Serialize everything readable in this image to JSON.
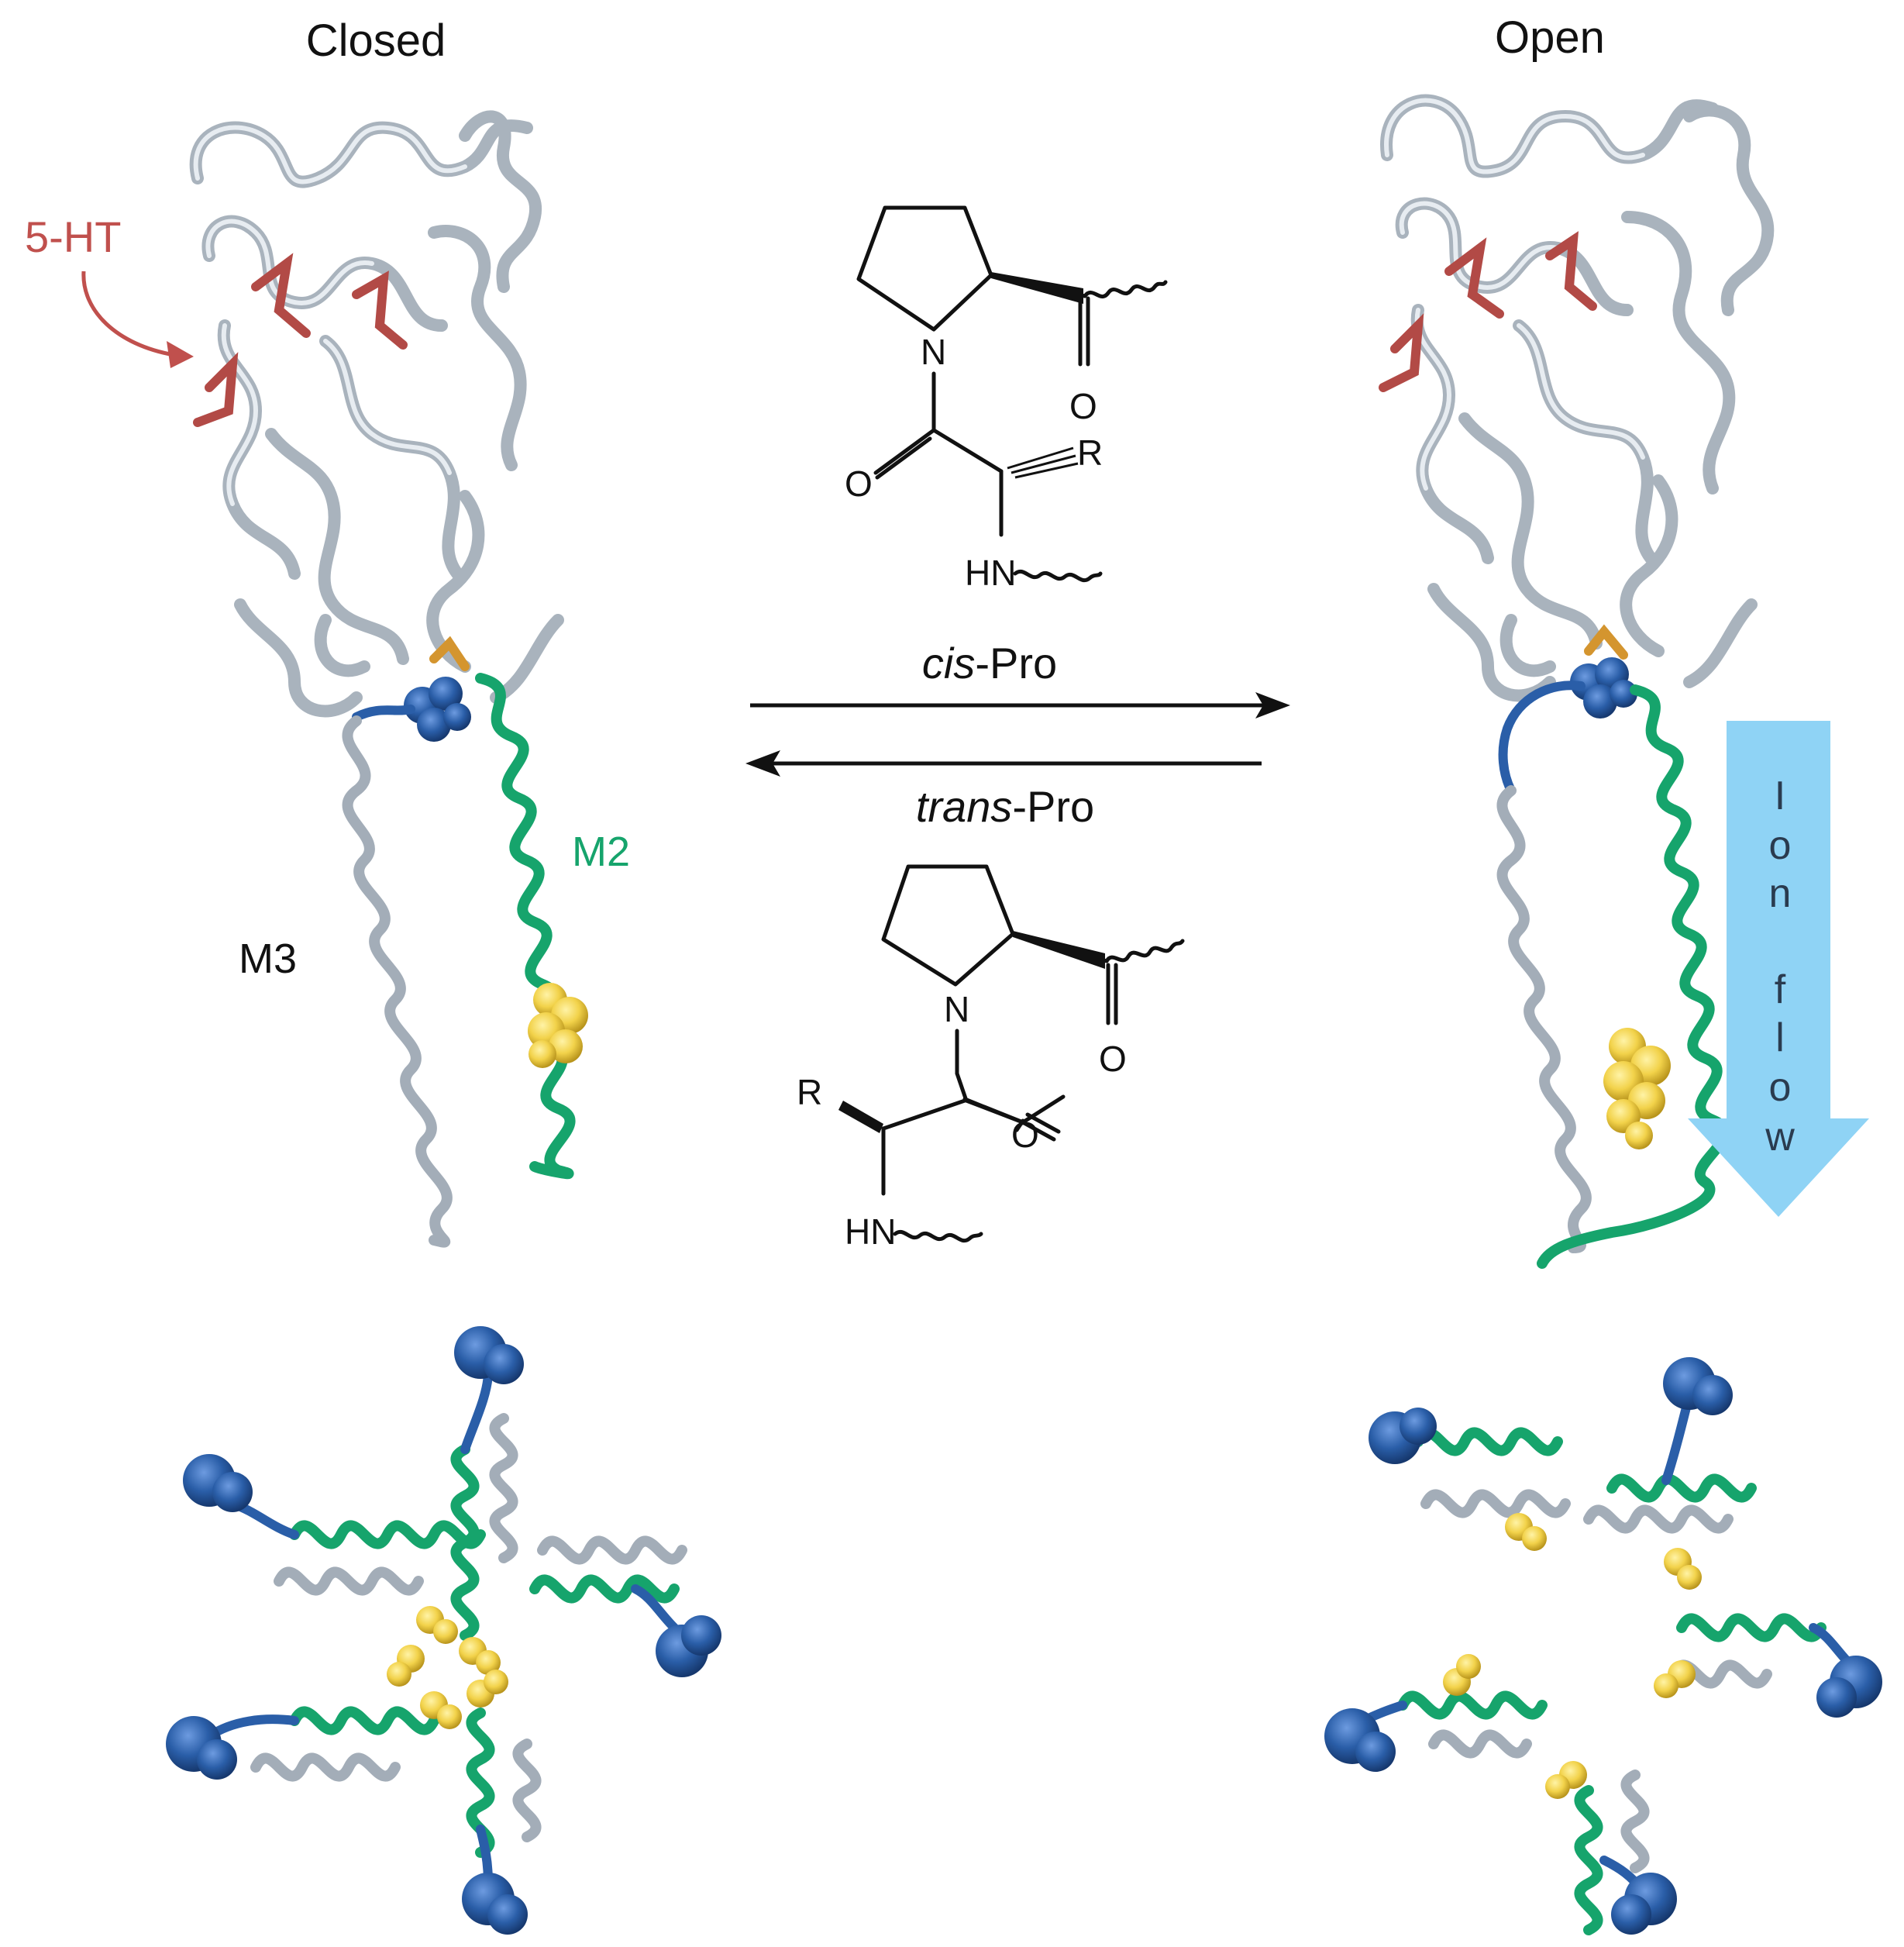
{
  "states": {
    "closed_label": "Closed",
    "open_label": "Open"
  },
  "labels": {
    "ligand": "5-HT",
    "helix_m2": "M2",
    "helix_m3": "M3",
    "ion_flow": [
      "I",
      "o",
      "n",
      "f",
      "l",
      "o",
      "w"
    ]
  },
  "equilibrium": {
    "forward_prefix": "cis",
    "forward_suffix": "-Pro",
    "reverse_prefix": "trans",
    "reverse_suffix": "-Pro"
  },
  "chem_atoms": {
    "nitrogen": "N",
    "oxygen": "O",
    "r_group": "R",
    "amine": "HN"
  },
  "colors": {
    "ligand": "#c0504d",
    "m2": "#16a46c",
    "m3": "#a3adb8",
    "proline": "#2a5ea8",
    "gate": "#f2d24a",
    "ion_flow": "#8fd3f5",
    "ion_flow_text": "#2a3b4f",
    "ink": "#111111"
  }
}
